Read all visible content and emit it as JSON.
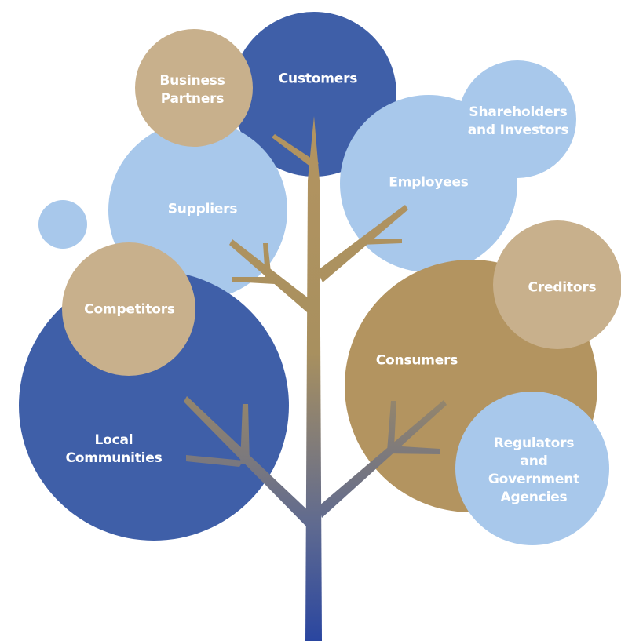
{
  "colors": {
    "dark_blue": "#3f5fa8",
    "light_blue": "#a8c8eb",
    "tan": "#c8b08c",
    "gold": "#b39460",
    "trunk_top": "#b39460",
    "trunk_bottom": "#2a46a0"
  },
  "stakeholders": {
    "customers": "Customers",
    "business_partners": "Business\nPartners",
    "shareholders": "Shareholders\nand Investors",
    "employees": "Employees",
    "suppliers": "Suppliers",
    "creditors": "Creditors",
    "competitors": "Competitors",
    "consumers": "Consumers",
    "local_communities": "Local\nCommunities",
    "regulators": "Regulators and\nGovernment\nAgencies"
  }
}
